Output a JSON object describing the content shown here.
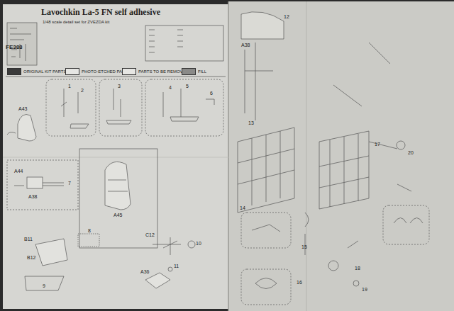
{
  "diagram": {
    "title": "Lavochkin La-5 FN self adhesive",
    "labels": [
      "FE388",
      "1/48 scale detail set for ZVEZDA kit",
      "A43",
      "A44",
      "A38",
      "A45",
      "B11",
      "B12",
      "C12",
      "A36",
      "A38",
      "1",
      "2",
      "3",
      "4",
      "5",
      "6",
      "7",
      "8",
      "9",
      "10",
      "11",
      "12",
      "13",
      "14",
      "15",
      "16",
      "17",
      "18",
      "19",
      "20"
    ],
    "legend": [
      {
        "text": "ORIGINAL KIT PARTS",
        "color": "#3a3a3a"
      },
      {
        "text": "PHOTO-ETCHED PARTS",
        "color": "#e6e6e3"
      },
      {
        "text": "PARTS TO BE REMOVED",
        "color": "#e6e6e3"
      },
      {
        "text": "FILL",
        "color": "#8a8a88"
      }
    ]
  }
}
